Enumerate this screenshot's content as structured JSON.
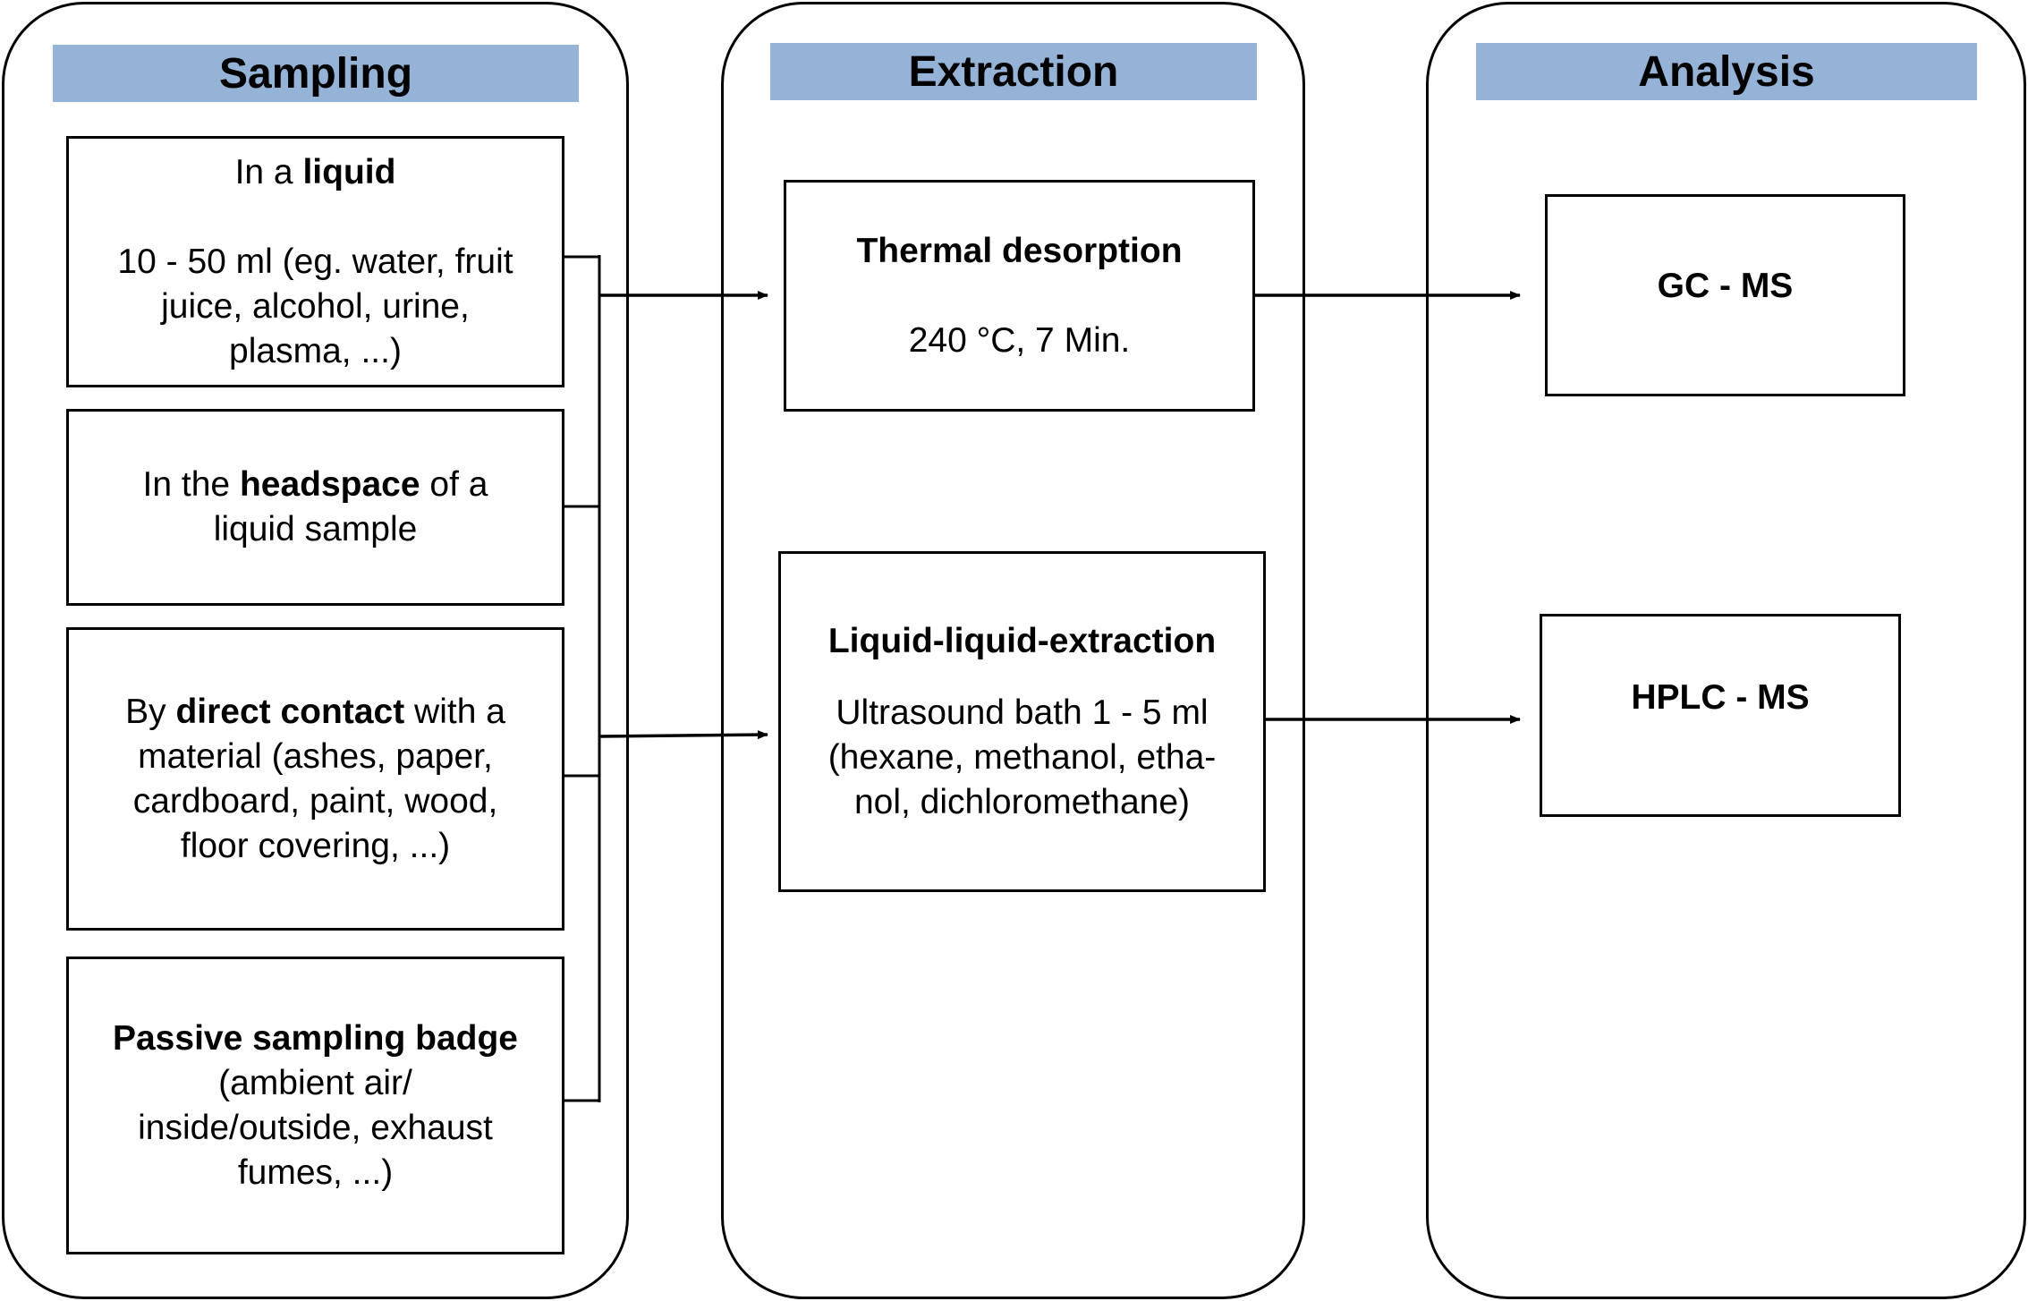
{
  "columns": {
    "sampling": {
      "title": "Sampling"
    },
    "extraction": {
      "title": "Extraction"
    },
    "analysis": {
      "title": "Analysis"
    }
  },
  "sampling": {
    "liquid": {
      "pre": "In a ",
      "bold": "liquid",
      "l1": "10 - 50 ml (eg. water, fruit",
      "l2": "juice, alcohol, urine,",
      "l3": "plasma, ...)"
    },
    "headspace": {
      "pre": "In the ",
      "bold": "headspace",
      "post": " of a",
      "l2": "liquid sample"
    },
    "contact": {
      "pre": "By ",
      "bold": "direct contact",
      "post": " with a",
      "l2": "material (ashes, paper,",
      "l3": "cardboard, paint, wood,",
      "l4": "floor covering, ...)"
    },
    "badge": {
      "bold": "Passive sampling badge",
      "l2": "(ambient air/",
      "l3": "inside/outside, exhaust",
      "l4": "fumes, ...)"
    }
  },
  "extraction": {
    "thermal": {
      "title": "Thermal desorption",
      "detail": "240 °C, 7 Min."
    },
    "lle": {
      "title": "Liquid-liquid-extraction",
      "l1": "Ultrasound bath 1 - 5 ml",
      "l2": "(hexane, methanol, etha-",
      "l3": "nol, dichloromethane)"
    }
  },
  "analysis": {
    "gcms": {
      "label": "GC - MS"
    },
    "hplcms": {
      "label": "HPLC - MS"
    }
  }
}
